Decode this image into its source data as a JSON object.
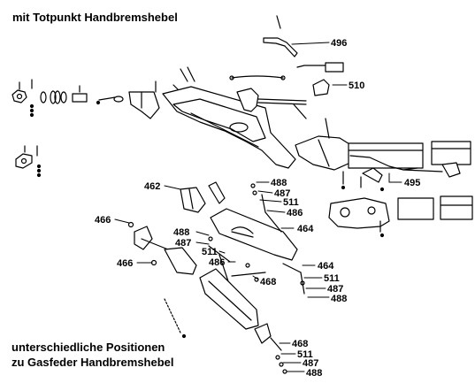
{
  "headings": {
    "top": "mit Totpunkt Handbremshebel",
    "bottom_line1": "unterschiedliche Positionen",
    "bottom_line2": "zu Gasfeder Handbremshebel"
  },
  "part_numbers": {
    "p496": "496",
    "p510": "510",
    "p495": "495",
    "p462": "462",
    "p466a": "466",
    "p466b": "466",
    "p488a": "488",
    "p487a": "487",
    "p511a": "511",
    "p486a": "486",
    "p464a": "464",
    "p488b": "488",
    "p487b": "487",
    "p511b": "511",
    "p486b": "486",
    "p468a": "468",
    "p464b": "464",
    "p511c": "511",
    "p487c": "487",
    "p488c": "488",
    "p468b": "468",
    "p511d": "511",
    "p487d": "487",
    "p488d": "488"
  },
  "colors": {
    "ink": "#000000",
    "background": "#ffffff"
  }
}
